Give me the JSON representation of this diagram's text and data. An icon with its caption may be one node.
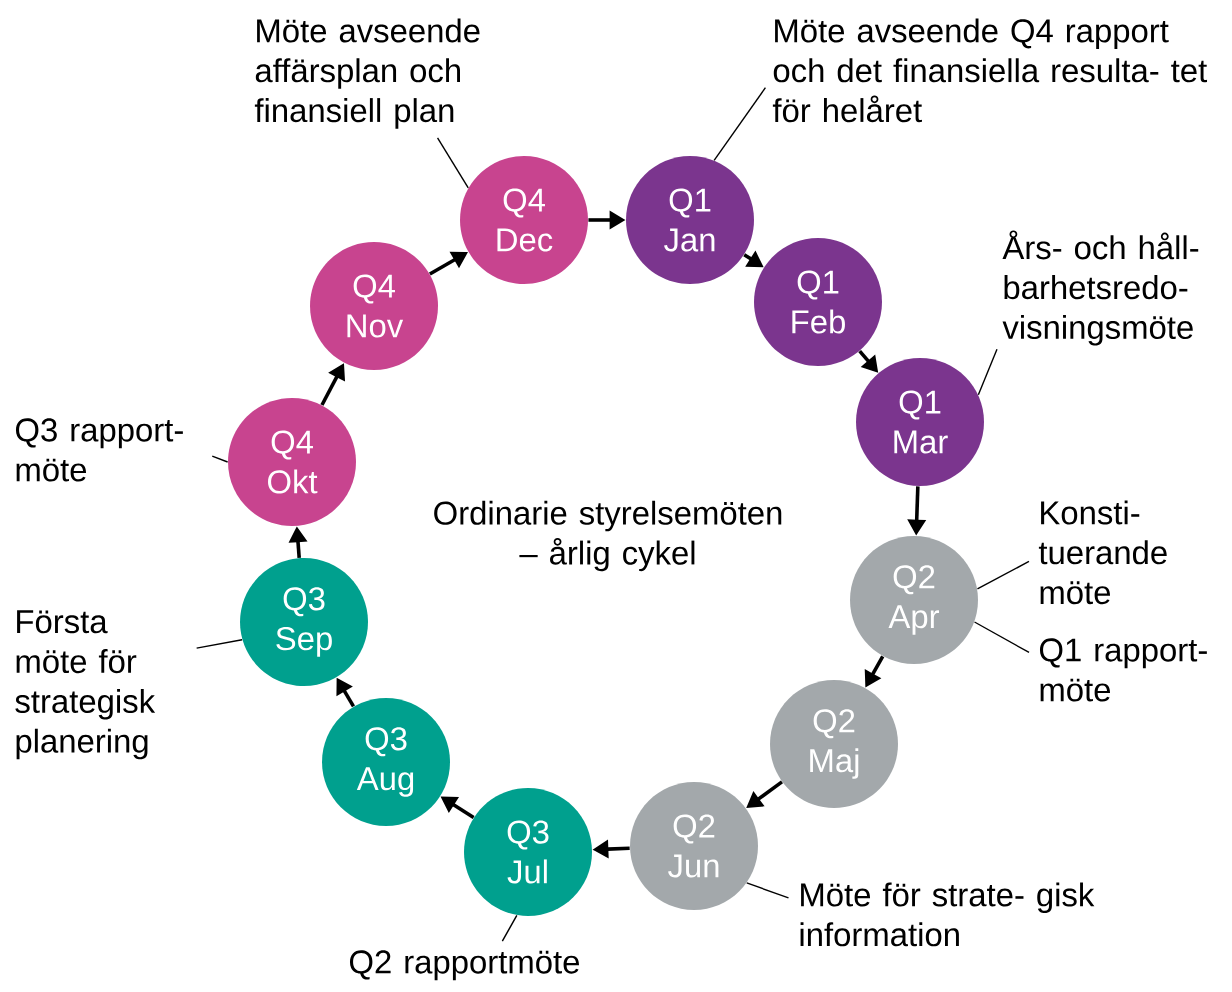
{
  "diagram": {
    "nodes": [
      {
        "text": [
          "Q1",
          "Jan"
        ]
      },
      {
        "text": [
          "Q1",
          "Feb"
        ]
      },
      {
        "text": [
          "Q1",
          "Mar"
        ]
      },
      {
        "text": [
          "Q2",
          "Apr"
        ]
      },
      {
        "text": [
          "Q2",
          "Maj"
        ]
      },
      {
        "text": [
          "Q2",
          "Jun"
        ]
      },
      {
        "text": [
          "Q3",
          "Jul"
        ]
      },
      {
        "text": [
          "Q3",
          "Aug"
        ]
      },
      {
        "text": [
          "Q3",
          "Sep"
        ]
      },
      {
        "text": [
          "Q4",
          "Okt"
        ]
      },
      {
        "text": [
          "Q4",
          "Nov"
        ]
      },
      {
        "text": [
          "Q4",
          "Dec"
        ]
      },
      {
        "text": [
          "Möte avseende affärsplan och finansiell plan"
        ]
      },
      {
        "text": [
          "Möte avseende Q4 rapport och det finansiella resulta- tet för helåret"
        ]
      },
      {
        "text": [
          "Års- och håll- barhetsredo- visningsmöte"
        ]
      },
      {
        "text": [
          "Konsti- tuerande möte"
        ]
      },
      {
        "text": [
          "Q1 rapport- möte"
        ]
      },
      {
        "text": [
          "Möte för strate- gisk information"
        ]
      },
      {
        "text": [
          "Q2 rapportmöte"
        ]
      },
      {
        "text": [
          "Första möte för strategisk planering"
        ]
      },
      {
        "text": [
          "Q3 rapport- möte"
        ]
      }
    ],
    "edges": [
      {
        "from": 11,
        "to": 0,
        "arrow": "to"
      },
      {
        "from": 0,
        "to": 1,
        "arrow": "to"
      },
      {
        "from": 1,
        "to": 2,
        "arrow": "to"
      },
      {
        "from": 2,
        "to": 3,
        "arrow": "to"
      },
      {
        "from": 3,
        "to": 4,
        "arrow": "to"
      },
      {
        "from": 4,
        "to": 5,
        "arrow": "to"
      },
      {
        "from": 5,
        "to": 6,
        "arrow": "to"
      },
      {
        "from": 6,
        "to": 7,
        "arrow": "to"
      },
      {
        "from": 7,
        "to": 8,
        "arrow": "to"
      },
      {
        "from": 8,
        "to": 9,
        "arrow": "to"
      },
      {
        "from": 9,
        "to": 10,
        "arrow": "to"
      },
      {
        "from": 10,
        "to": 11,
        "arrow": "to"
      },
      {
        "from": 12,
        "to": 11,
        "arrow": "none"
      },
      {
        "from": 13,
        "to": 0,
        "arrow": "none"
      },
      {
        "from": 14,
        "to": 2,
        "arrow": "none"
      },
      {
        "from": 15,
        "to": 3,
        "arrow": "none"
      },
      {
        "from": 16,
        "to": 3,
        "arrow": "none"
      },
      {
        "from": 17,
        "to": 5,
        "arrow": "none"
      },
      {
        "from": 18,
        "to": 6,
        "arrow": "none"
      },
      {
        "from": 19,
        "to": 8,
        "arrow": "none"
      },
      {
        "from": 20,
        "to": 9,
        "arrow": "none"
      }
    ],
    "labels": [
      "Ordinarie styrelsemöten – årlig cykel"
    ]
  }
}
